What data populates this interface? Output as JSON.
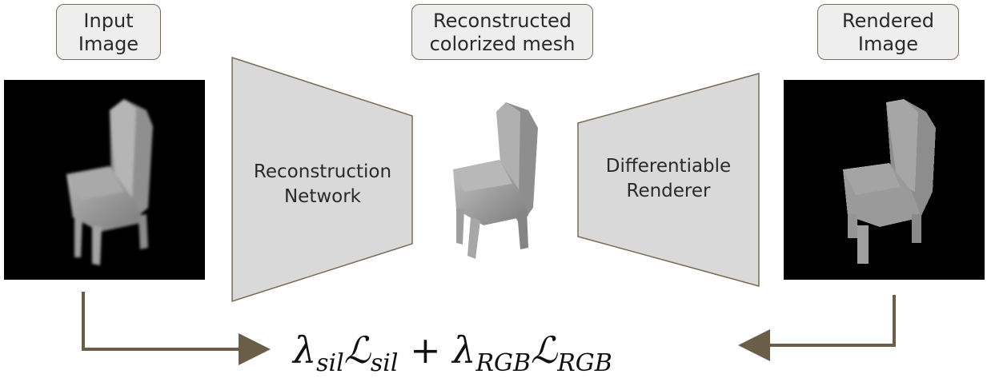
{
  "labels": {
    "input_image": [
      "Input",
      "Image"
    ],
    "reconstructed_mesh": [
      "Reconstructed",
      "colorized mesh"
    ],
    "rendered_image": [
      "Rendered",
      "Image"
    ]
  },
  "blocks": {
    "reconstruction_network": [
      "Reconstruction",
      "Network"
    ],
    "differentiable_renderer": [
      "Differentiable",
      "Renderer"
    ]
  },
  "loss": {
    "lambda_sil_sub": "sil",
    "L_sil_sub": "sil",
    "plus": "+",
    "lambda_rgb_sub": "RGB",
    "L_rgb_sub": "RGB"
  },
  "colors": {
    "box_border": "#7a6a55",
    "box_fill": "#eeeeee",
    "trapezoid_fill": "#d9d9d9",
    "arrow": "#6b5e48"
  }
}
